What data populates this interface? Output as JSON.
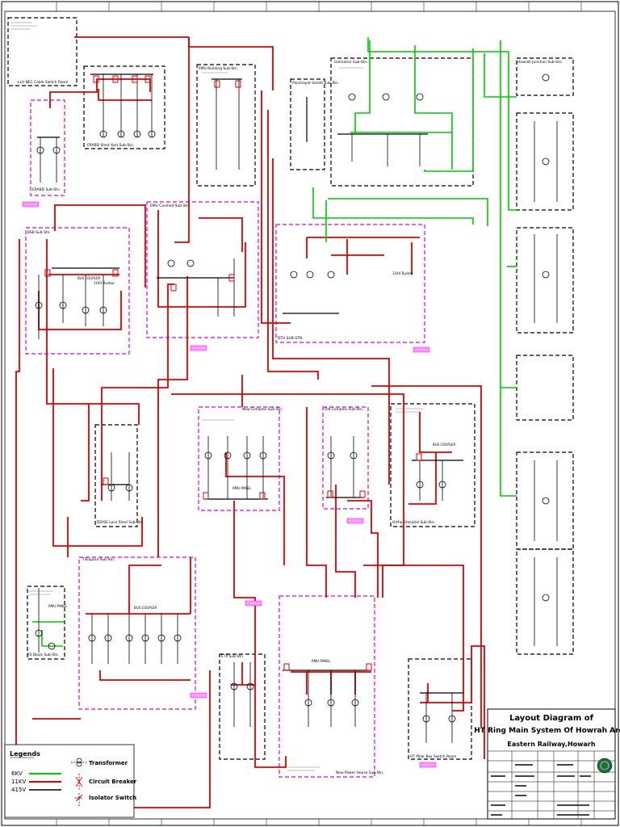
{
  "title_block": {
    "title_line1": "Layout Diagram of",
    "title_line2": "HT Ring Main System Of Howrah Area",
    "org": "Eastern Railway,Howarh"
  },
  "legend": {
    "heading": "Legends",
    "items": [
      {
        "label": "6KV",
        "color": "#00cc00"
      },
      {
        "label": "11KV",
        "color": "#e00000"
      },
      {
        "label": "415V",
        "color": "#000000"
      }
    ],
    "symbols": [
      "Transformer",
      "Circuit Breaker",
      "Isolator Switch"
    ]
  },
  "substations": [
    {
      "name": "LLH NEC Cable Switch Room"
    },
    {
      "name": "ERABD Shed Yard Sub-Stn."
    },
    {
      "name": "ERABD Sub-Stn."
    },
    {
      "name": "BSB Sub-Stn."
    },
    {
      "name": "EMU Building Sub-Stn."
    },
    {
      "name": "Golmohar Sub-Stn."
    },
    {
      "name": "Howrah Junction Sub-Stn."
    },
    {
      "name": "Panchayat Samiti Sub-Stn."
    },
    {
      "name": "EMU Carshed Sub-Stn."
    },
    {
      "name": "DTH SUB-STN."
    },
    {
      "name": "New Complex Sub-Stn."
    },
    {
      "name": "Old Complex Sub-Stn."
    },
    {
      "name": "Ortho. Hospital Sub-Stn."
    },
    {
      "name": "DD/SE Loco Shed Sub-Stn."
    },
    {
      "name": "Tikiapara Sub-Stn."
    },
    {
      "name": "TX Block Sub-Stn."
    },
    {
      "name": "ETP Sub-Stn."
    },
    {
      "name": "New Power House Sub-Stn."
    },
    {
      "name": "HT Pillar Box Switch Room"
    }
  ],
  "bus_labels": [
    "BUS COUPLER",
    "RMU PANEL",
    "11KV Busbar"
  ],
  "colors": {
    "hv11": "#e00000",
    "hv6": "#00cc00",
    "lv": "#000000",
    "panel": "#ff00ff"
  }
}
